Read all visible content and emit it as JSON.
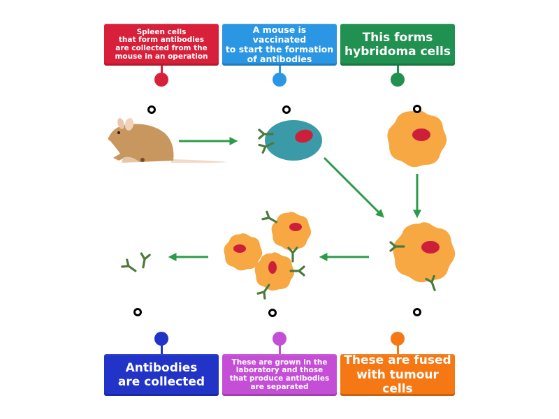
{
  "title": "Monoclonal antibody production - labelled diagram",
  "colors": {
    "red": "#d8203a",
    "blue": "#2b96e3",
    "green": "#209150",
    "navy": "#2233c8",
    "purple": "#c44fd6",
    "orange": "#f57815",
    "arrow": "#2b9b48",
    "mouse_body": "#c8965f",
    "lymphocyte": "#3b9aa8",
    "tumour_cell": "#f7a843",
    "nucleus": "#cd1f3a",
    "antibody": "#4b7a3a"
  },
  "labels": [
    {
      "id": "label-spleen-cells",
      "position": "top-left",
      "color": "red",
      "lines": [
        "Spleen cells",
        "that form antibodies",
        "are collected from the",
        "mouse in an operation"
      ]
    },
    {
      "id": "label-mouse-vaccinated",
      "position": "top-center",
      "color": "blue",
      "lines": [
        "A mouse is vaccinated",
        "to start the formation",
        "of antibodies"
      ]
    },
    {
      "id": "label-hybridoma",
      "position": "top-right",
      "color": "green",
      "lines": [
        "This forms",
        "hybridoma cells"
      ]
    },
    {
      "id": "label-antibodies-collected",
      "position": "bottom-left",
      "color": "navy",
      "lines": [
        "Antibodies",
        "are collected"
      ]
    },
    {
      "id": "label-grown-in-lab",
      "position": "bottom-center",
      "color": "purple",
      "lines": [
        "These are grown in the",
        "laboratory and those",
        "that produce antibodies",
        "are separated"
      ]
    },
    {
      "id": "label-fused-tumour",
      "position": "bottom-right",
      "color": "orange",
      "lines": [
        "These are fused",
        "with tumour cells"
      ]
    }
  ],
  "diagram": {
    "nodes": [
      {
        "name": "mouse",
        "drop_target": "top-left"
      },
      {
        "name": "spleen-cell",
        "drop_target": "top-center"
      },
      {
        "name": "tumour-cell",
        "drop_target": "top-right"
      },
      {
        "name": "hybridoma-cell",
        "drop_target": "bottom-right"
      },
      {
        "name": "cultured-hybridoma-cells",
        "drop_target": "bottom-center"
      },
      {
        "name": "antibodies",
        "drop_target": "bottom-left"
      }
    ],
    "arrows": [
      {
        "from": "mouse",
        "to": "spleen-cell"
      },
      {
        "from": "spleen-cell",
        "to": "hybridoma-cell"
      },
      {
        "from": "tumour-cell",
        "to": "hybridoma-cell"
      },
      {
        "from": "hybridoma-cell",
        "to": "cultured-hybridoma-cells"
      },
      {
        "from": "cultured-hybridoma-cells",
        "to": "antibodies"
      }
    ]
  }
}
